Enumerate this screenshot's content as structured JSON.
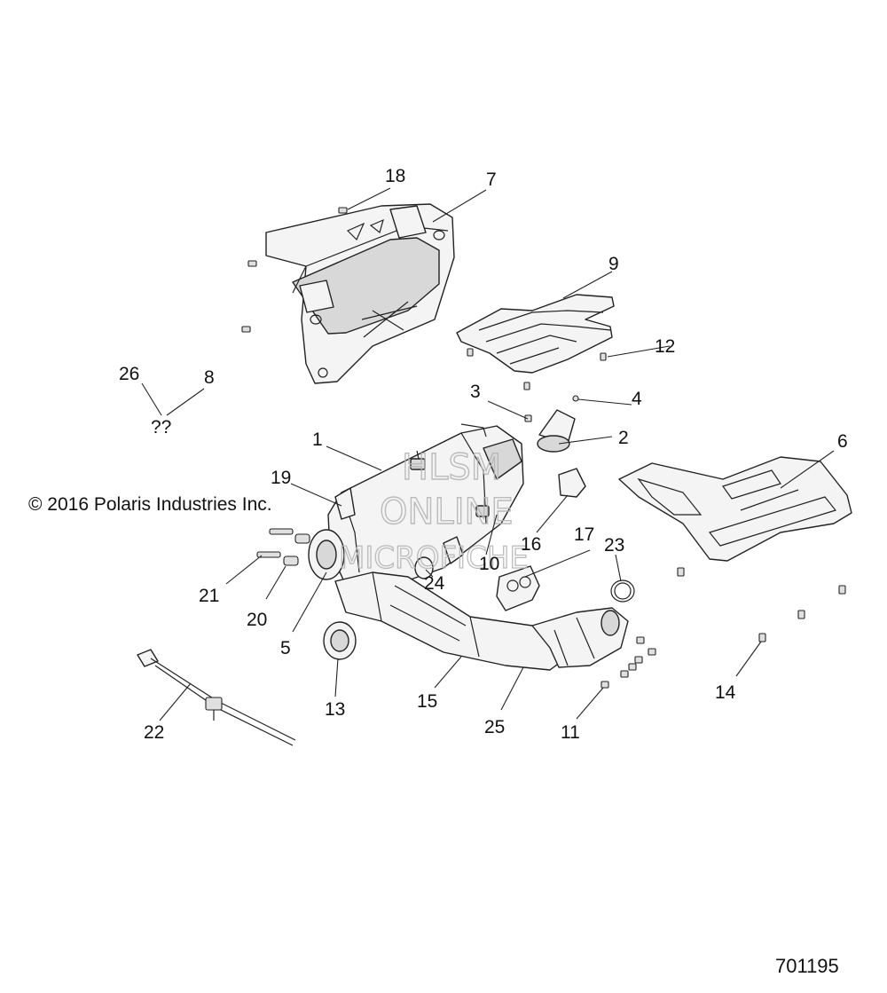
{
  "copyright": "© 2016 Polaris Industries Inc.",
  "watermark": {
    "line1": "HLSM",
    "line2": "ONLINE",
    "line3": "MICROFICHE"
  },
  "document_number": "701195",
  "callouts": {
    "c1": "1",
    "c2": "2",
    "c3": "3",
    "c4": "4",
    "c5": "5",
    "c6": "6",
    "c7": "7",
    "c8": "8",
    "c9": "9",
    "c10": "10",
    "c11": "11",
    "c12": "12",
    "c13": "13",
    "c14": "14",
    "c15": "15",
    "c16": "16",
    "c17": "17",
    "c18": "18",
    "c19": "19",
    "c20": "20",
    "c21": "21",
    "c22": "22",
    "c23": "23",
    "c24": "24",
    "c25": "25",
    "c26": "26",
    "unknown": "??"
  }
}
